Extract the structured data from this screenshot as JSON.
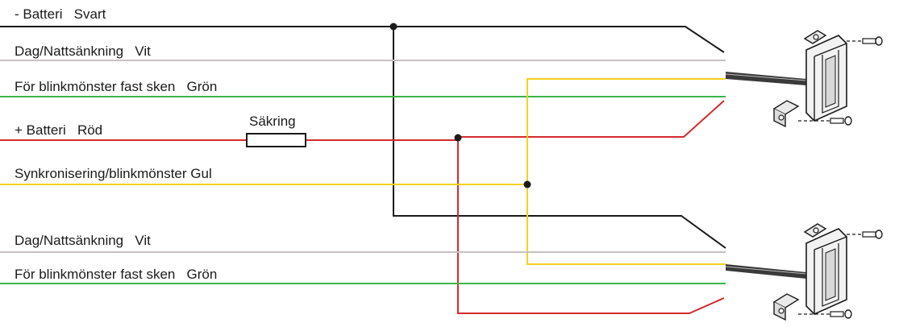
{
  "labels": {
    "battery_minus": "- Batteri   Svart",
    "day_night_1": "Dag/Nattsänkning   Vit",
    "blink_1": "För blinkmönster fast sken   Grön",
    "battery_plus": "+ Batteri   Röd",
    "fuse": "Säkring",
    "sync": "Synkronisering/blinkmönster Gul",
    "day_night_2": "Dag/Nattsänkning   Vit",
    "blink_2": "För blinkmönster fast sken   Grön"
  },
  "colors": {
    "black": "#1a1a1a",
    "white_wire": "#c9bfc4",
    "green": "#3cb54a",
    "red": "#d42a2a",
    "yellow": "#f4d21f"
  },
  "icons": {
    "lamp_top": "lamp-unit-icon",
    "lamp_bottom": "lamp-unit-icon"
  }
}
